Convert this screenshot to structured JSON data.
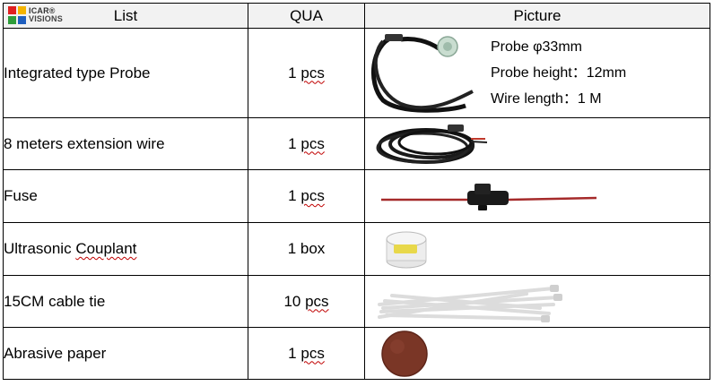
{
  "logo": {
    "line1": "ICAR®",
    "line2": "VISIONS"
  },
  "headers": {
    "list": "List",
    "qua": "QUA",
    "picture": "Picture"
  },
  "rows": [
    {
      "name": "Integrated type Probe",
      "qty_num": "1",
      "qty_unit": "pcs",
      "picture": "probe-with-cable"
    },
    {
      "name": "8 meters extension wire",
      "qty_num": "1",
      "qty_unit": "pcs",
      "picture": "coiled-extension-wire"
    },
    {
      "name": "Fuse",
      "qty_num": "1",
      "qty_unit": "pcs",
      "picture": "inline-fuse-holder"
    },
    {
      "name_a": "Ultrasonic",
      "name_b": "Couplant",
      "qty_num": "1",
      "qty_unit": "box",
      "picture": "couplant-jar"
    },
    {
      "name": "15CM cable tie",
      "qty_num": "10",
      "qty_unit": "pcs",
      "picture": "cable-ties"
    },
    {
      "name": "Abrasive paper",
      "qty_num": "1",
      "qty_unit": "pcs",
      "picture": "abrasive-disc"
    }
  ],
  "probe_specs": {
    "diameter": "Probe φ33mm",
    "height": "Probe height：12mm",
    "wire": "Wire length：1 M"
  },
  "colors": {
    "header_bg": "#f2f2f2",
    "grid": "#000000",
    "spellcheck": "#c00000"
  }
}
